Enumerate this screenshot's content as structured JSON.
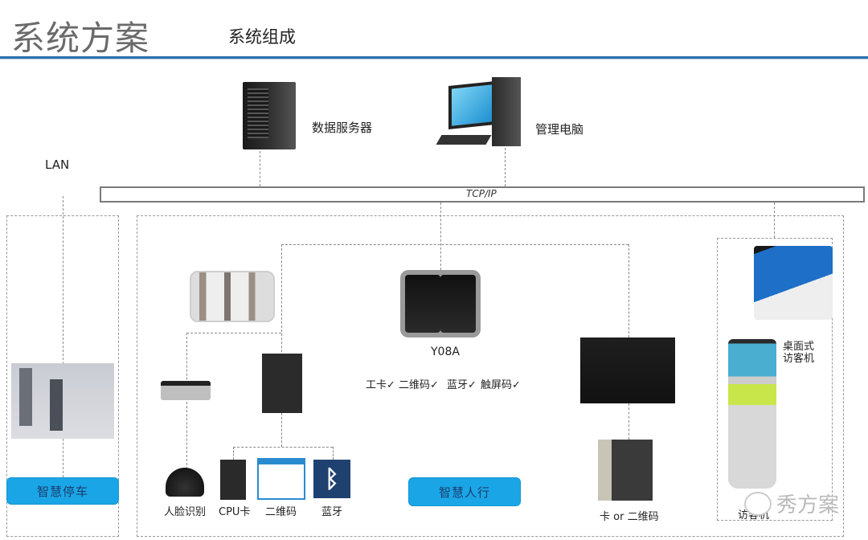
{
  "header": {
    "title": "系统方案",
    "subtitle": "系统组成",
    "accent_color": "#2e6fad"
  },
  "network": {
    "lan_label": "LAN",
    "bus_label": "TCP/IP"
  },
  "top_devices": {
    "server_label": "数据服务器",
    "pc_label": "管理电脑"
  },
  "zones": {
    "parking": {
      "button_label": "智慧停车"
    },
    "pedestrian": {
      "button_label": "智慧人行",
      "reader_model": "Y08A",
      "features": [
        "工卡✓",
        "二维码✓",
        "蓝牙✓",
        "触屏码✓"
      ],
      "access_methods": [
        {
          "icon": "face-camera-icon",
          "label": "人脸识别"
        },
        {
          "icon": "cpu-card-icon",
          "label": "CPU卡"
        },
        {
          "icon": "qr-code-icon",
          "label": "二维码"
        },
        {
          "icon": "bluetooth-icon",
          "label": "蓝牙",
          "glyph": "ᛒ"
        }
      ],
      "elevator_label": "卡 or 二维码"
    },
    "visitor": {
      "desktop_label_line1": "桌面式",
      "desktop_label_line2": "访客机",
      "stand_label": "访客机"
    }
  },
  "button_color": "#1aa6e6",
  "watermark": "秀方案"
}
